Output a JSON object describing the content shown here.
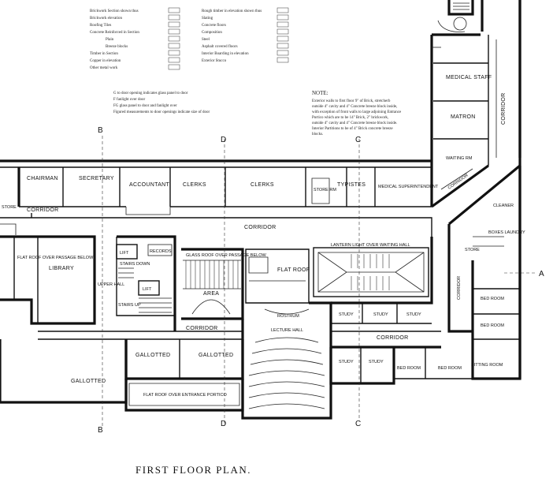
{
  "title": "FIRST FLOOR PLAN.",
  "section_marks": [
    "A",
    "C",
    "D",
    "B"
  ],
  "legend": [
    "Brickwork  Section shown thus",
    "Brickwork  elevation",
    "Roofing  Tiles",
    "Concrete Reinforced in Section",
    "Plain",
    "Breeze blocks",
    "Timber  in Section",
    "Copper  in elevation",
    "Other  metal work",
    "Rough timber in elevation shown thus",
    "Slating",
    "Concrete floors",
    "Composition",
    "Steel",
    "Asphalt covered floors",
    "Interior Boarding in elevation",
    "Exterior Stucco"
  ],
  "door_key": [
    "G  to door opening indicates glass panel to door",
    "F  fanlight over door",
    "FG  glass panel to door and fanlight over",
    "Figured measurements to door openings indicate size of door"
  ],
  "note": {
    "heading": "NOTE:",
    "lines": [
      "Exterior walls to first floor 9\" of Brick, stretcherb",
      "outside 4\" cavity and 4\" Concrete breeze block inside,",
      "with exception of front walls to large adjoining Entrance",
      "Portico which are to be 14\" Brick, 2\" brickwork,",
      "outside 4\" cavity and 4\" Concrete breeze block inside.",
      "Interior Partitions to be of 4\" Brick concrete breeze",
      "blocks."
    ]
  },
  "rooms": {
    "medical_staff": "MEDICAL STAFF",
    "matron": "MATRON",
    "waiting_room_top": "WAITING RM",
    "chairman": "CHAIRMAN",
    "secretary": "SECRETARY",
    "accountant": "ACCOUNTANT",
    "clerks_1": "CLERKS",
    "clerks_2": "CLERKS",
    "store_rm": "STORE RM",
    "typistes": "TYPISTES",
    "medical_superintendent": "MEDICAL SUPERINTENDENT",
    "corridor_left": "CORRIDOR",
    "corridor_main": "CORRIDOR",
    "corridor_right_vertical": "CORRIDOR",
    "corridor_side": "CORRIDOR",
    "corridor_lower": "CORRIDOR",
    "corridor_study": "CORRIDOR",
    "library": "LIBRARY",
    "flat_roof_left": "FLAT ROOF OVER PASSAGE BELOW",
    "lift_1": "LIFT",
    "records": "RECORDS",
    "lift_2": "LIFT",
    "upper_hall": "UPPER HALL",
    "stairs_down": "STAIRS DOWN",
    "stairs_up": "STAIRS UP",
    "glass_roof": "GLASS ROOF OVER PASSAGE BELOW",
    "area": "AREA",
    "flat_roof": "FLAT ROOF",
    "lantern_light": "LANTERN LIGHT OVER WAITING HALL",
    "rostrum": "ROSTRUM",
    "lecture_hall": "LECTURE HALL",
    "study_1": "STUDY",
    "study_2": "STUDY",
    "study_3": "STUDY",
    "study_4": "STUDY",
    "study_5": "STUDY",
    "bed_room_1": "BED ROOM",
    "bed_room_2": "BED ROOM",
    "bed_room_3": "BED ROOM",
    "bed_room_4": "BED ROOM",
    "sitting_room": "SITTING ROOM",
    "cleaner": "CLEANER",
    "boxes_laundry": "BOXES LAUNDRY",
    "store_side": "STORE",
    "gallotted_1": "GALLOTTED",
    "gallotted_2": "GALLOTTED",
    "gallotted_3": "GALLOTTED",
    "flat_roof_portico": "FLAT ROOF OVER ENTRANCE PORTICO",
    "storage_left": "STORE"
  }
}
